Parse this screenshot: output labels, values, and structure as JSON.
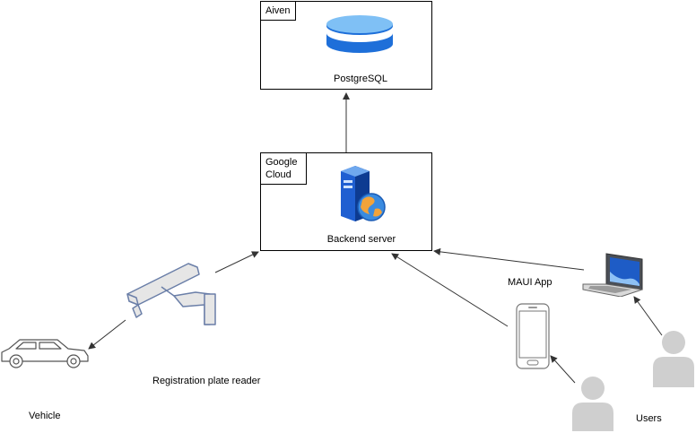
{
  "aiven": {
    "tag": "Aiven",
    "label": "PostgreSQL"
  },
  "gcloud": {
    "tag_line1": "Google",
    "tag_line2": "Cloud",
    "label": "Backend server"
  },
  "labels": {
    "plate_reader": "Registration plate reader",
    "vehicle": "Vehicle",
    "maui_app": "MAUI App",
    "users": "Users"
  },
  "colors": {
    "db_blue": "#1e6fd9",
    "db_light": "#7fc0f5",
    "camera_fill": "#e6e6e6",
    "camera_stroke": "#6b7fa8",
    "user_gray": "#cfcfcf",
    "arrow": "#555555"
  },
  "icons": {
    "database": "database-icon",
    "server": "server-globe-icon",
    "camera": "cctv-camera-icon",
    "car": "car-icon",
    "phone": "smartphone-icon",
    "laptop": "laptop-icon",
    "user": "user-icon"
  }
}
